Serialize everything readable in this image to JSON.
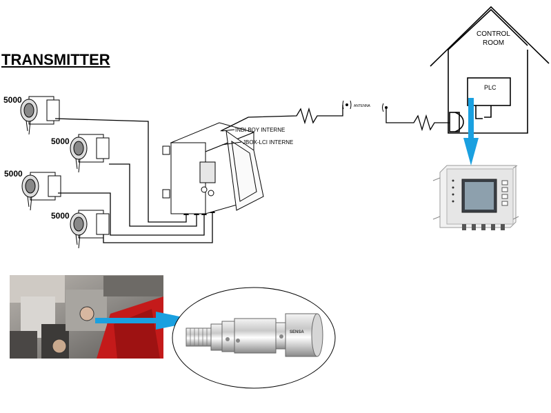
{
  "title": "TRANSMITTER",
  "load_cells": [
    {
      "label": "5000"
    },
    {
      "label": "5000"
    },
    {
      "label": "5000"
    },
    {
      "label": "5000"
    }
  ],
  "junction_box": {
    "label_1": "INDI BOY INTERNE",
    "label_2": "JBOX-LCI INTERNE"
  },
  "antenna_label": "ANTENNA",
  "control_room": {
    "line_1": "CONTROL",
    "line_2": "ROOM",
    "plc": "PLC"
  },
  "sensor_brand": "SENSA",
  "colors": {
    "arrow": "#1aa0e0",
    "line": "#000000",
    "red_part": "#c41a1a"
  }
}
